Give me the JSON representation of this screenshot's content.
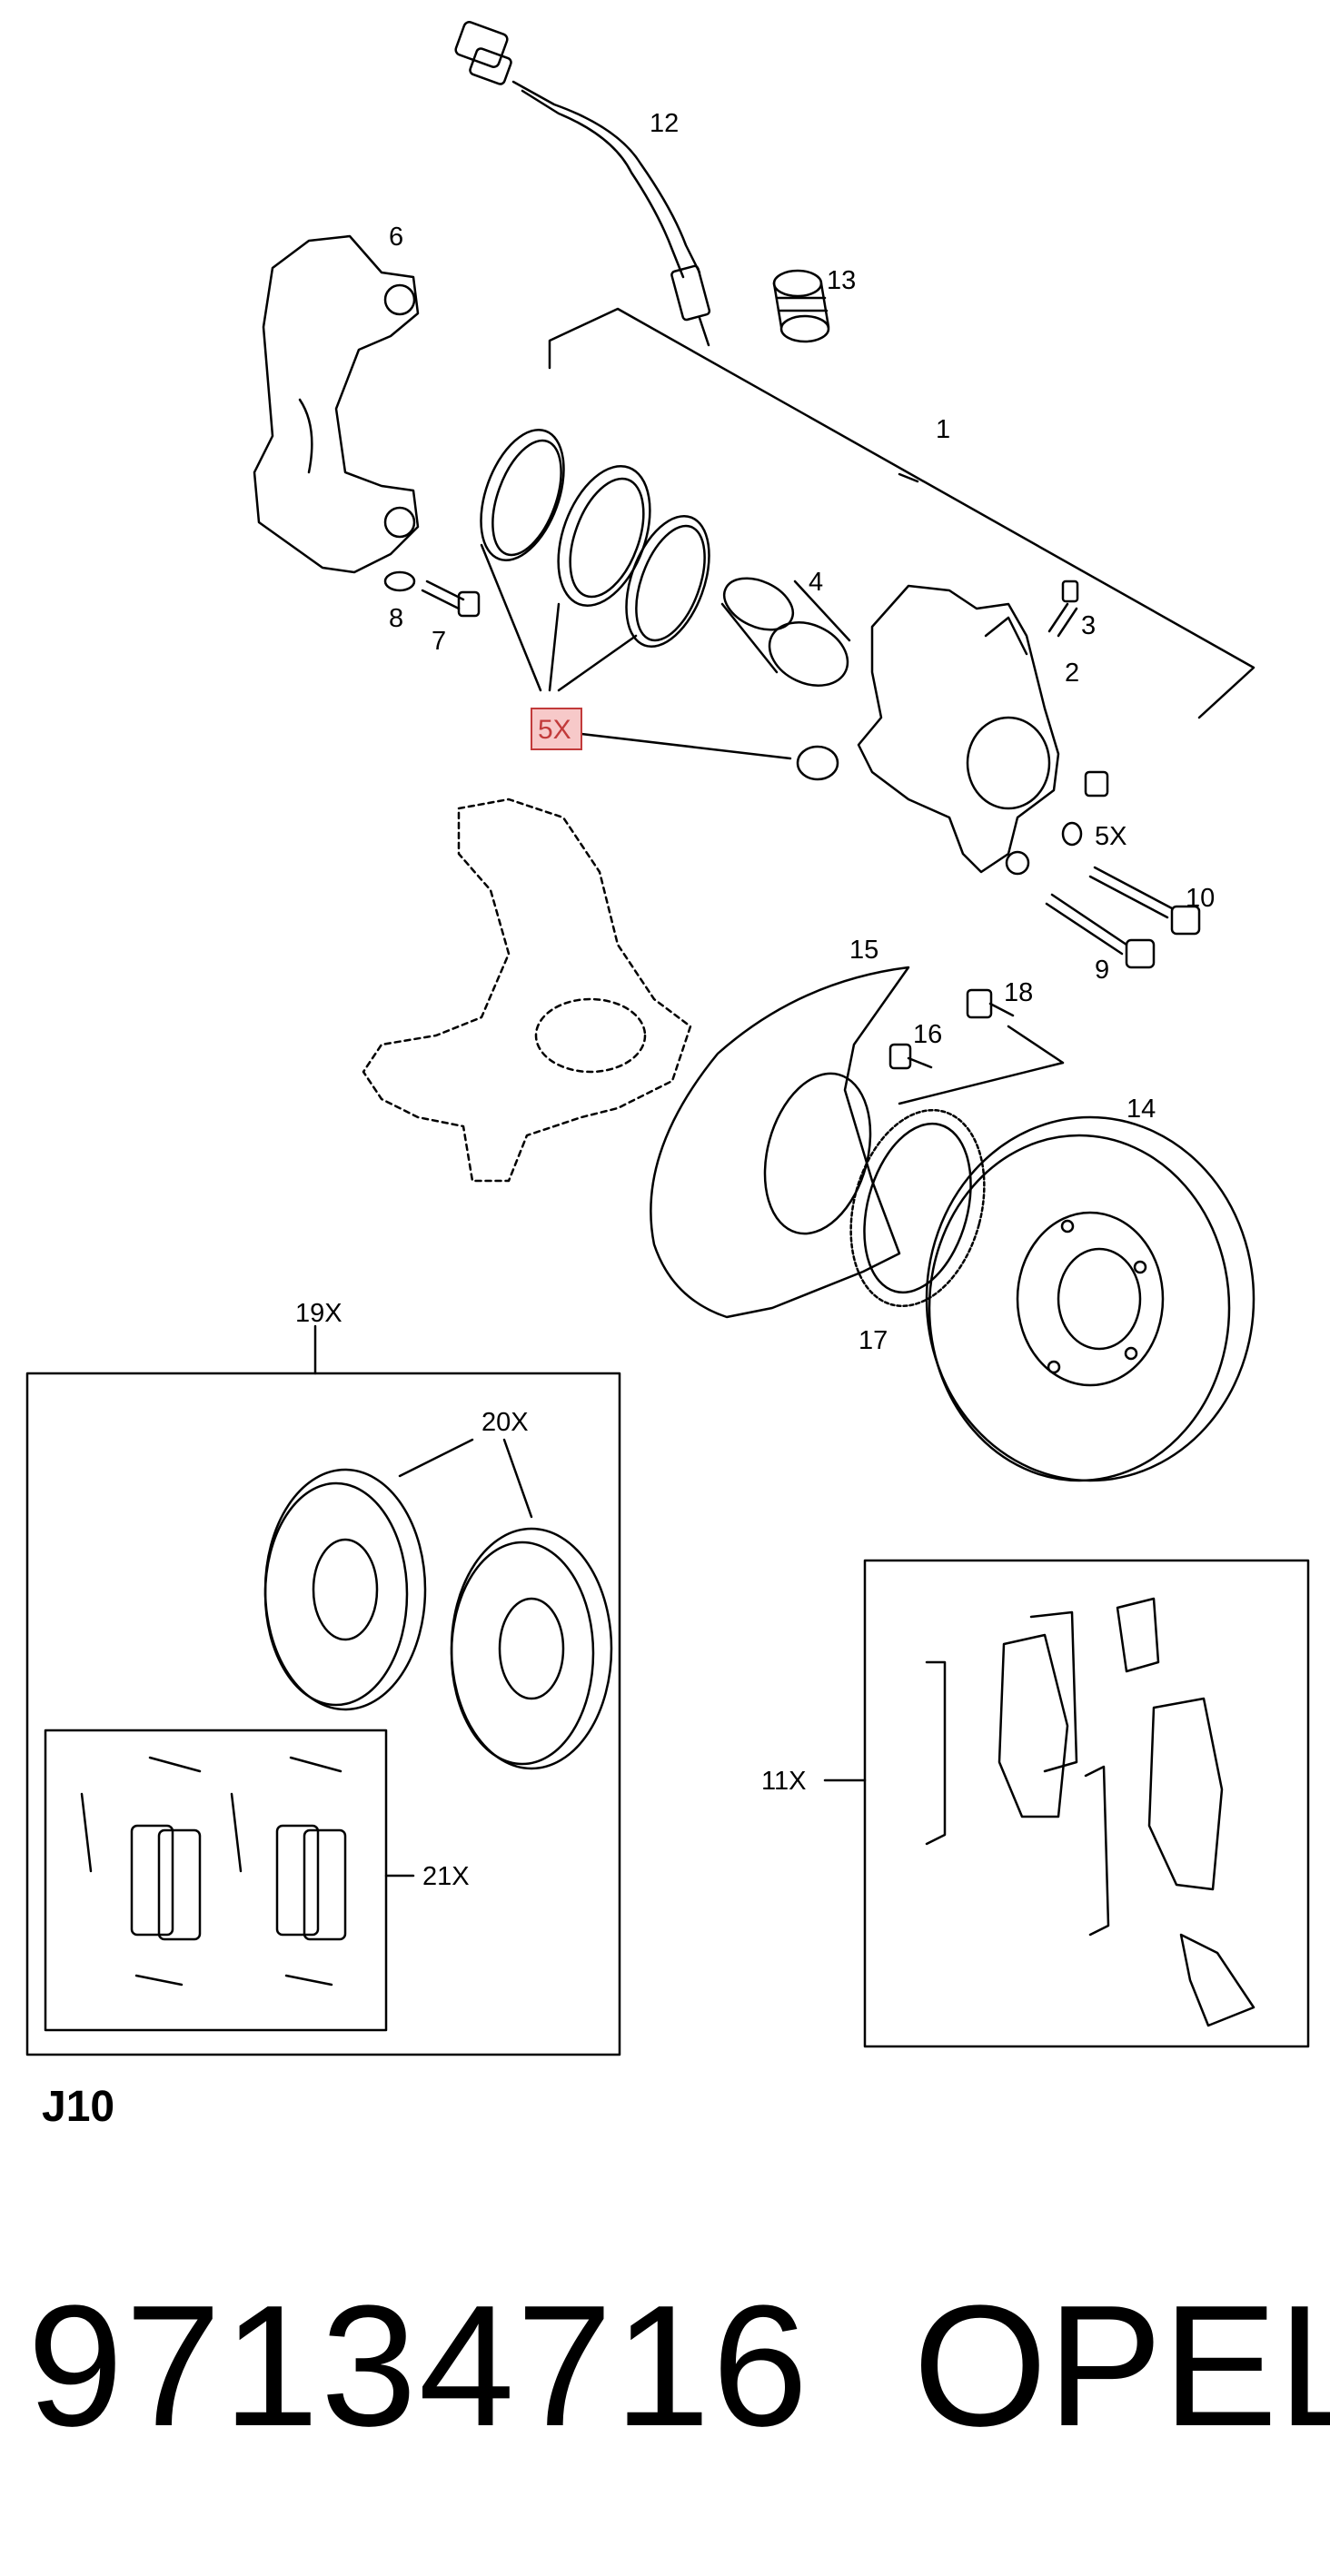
{
  "callouts": {
    "c1": "1",
    "c2": "2",
    "c3": "3",
    "c4": "4",
    "c5x_hl": "5X",
    "c5x": "5X",
    "c6": "6",
    "c7": "7",
    "c8": "8",
    "c9": "9",
    "c10": "10",
    "c11x": "11X",
    "c12": "12",
    "c13": "13",
    "c14": "14",
    "c15": "15",
    "c16": "16",
    "c17": "17",
    "c18": "18",
    "c19x": "19X",
    "c20x": "20X",
    "c21x": "21X"
  },
  "section_code": "J10",
  "part_number": "97134716",
  "brand": "OPEL",
  "colors": {
    "line": "#000000",
    "highlight_fill": "#f7c9c9",
    "highlight_stroke": "#c23a3a"
  }
}
